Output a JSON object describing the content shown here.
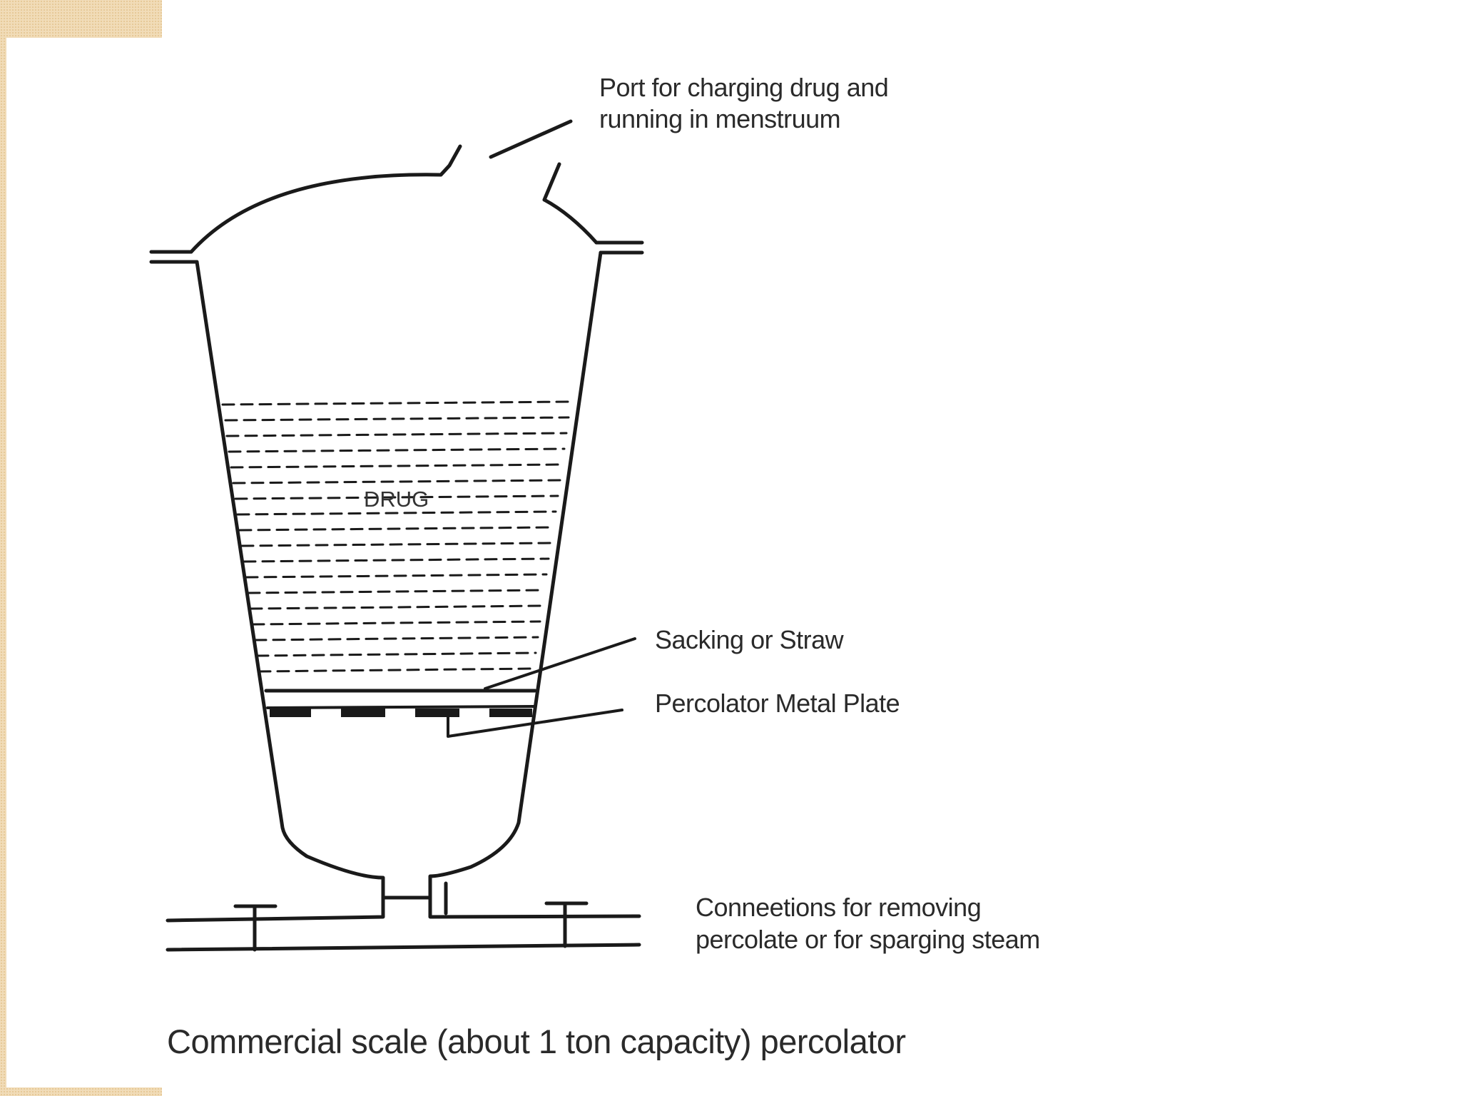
{
  "labels": {
    "port_line1": "Port for charging drug and",
    "port_line2": "running in menstruum",
    "drug": "DRUG",
    "sacking": "Sacking or Straw",
    "plate": "Percolator Metal Plate",
    "connections_line1": "Conneetions for removing",
    "connections_line2": "percolate or for sparging steam"
  },
  "caption": "Commercial scale (about 1 ton capacity) percolator",
  "colors": {
    "ink": "#1a1a1a",
    "text": "#2a2a2a",
    "background": "#ffffff",
    "border_pattern": "#f1dcb8"
  }
}
